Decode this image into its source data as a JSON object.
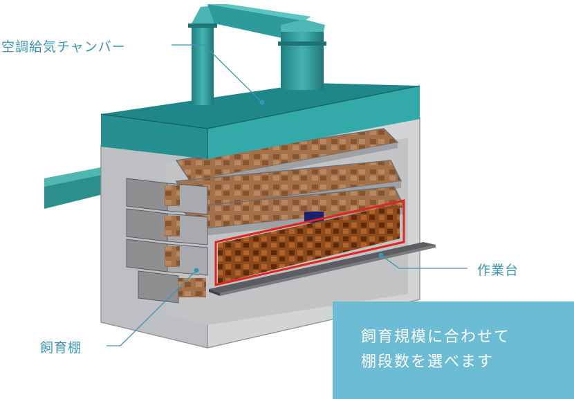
{
  "labels": {
    "chamber": "空調給気チャンバー",
    "workbench": "作業台",
    "rearing_shelf": "飼育棚"
  },
  "callout": {
    "line1": "飼育規模に合わせて",
    "line2": "棚段数を選べます"
  },
  "colors": {
    "teal": "#2a9a9c",
    "label_blue": "#3a95b5",
    "callout_bg": "#6dbcd6",
    "highlight_red": "#e0251c"
  }
}
